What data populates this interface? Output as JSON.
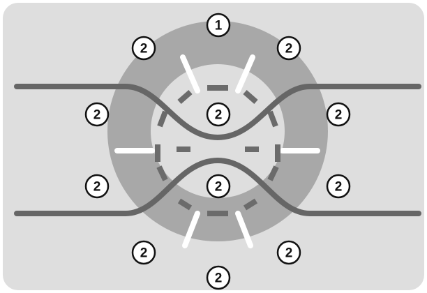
{
  "markers": [
    {
      "id": "top",
      "label": "1"
    },
    {
      "id": "upper-left",
      "label": "2"
    },
    {
      "id": "upper-right",
      "label": "2"
    },
    {
      "id": "left-upper",
      "label": "2"
    },
    {
      "id": "center-upper",
      "label": "2"
    },
    {
      "id": "right-upper",
      "label": "2"
    },
    {
      "id": "left-lower",
      "label": "2"
    },
    {
      "id": "center-lower",
      "label": "2"
    },
    {
      "id": "right-lower",
      "label": "2"
    },
    {
      "id": "lower-left",
      "label": "2"
    },
    {
      "id": "lower-right",
      "label": "2"
    },
    {
      "id": "bottom",
      "label": "2"
    }
  ],
  "colors": {
    "card": "#dedede",
    "ring": "#a8a8a8",
    "road": "#666666",
    "tick": "#ffffff",
    "badge_border": "#111111"
  }
}
